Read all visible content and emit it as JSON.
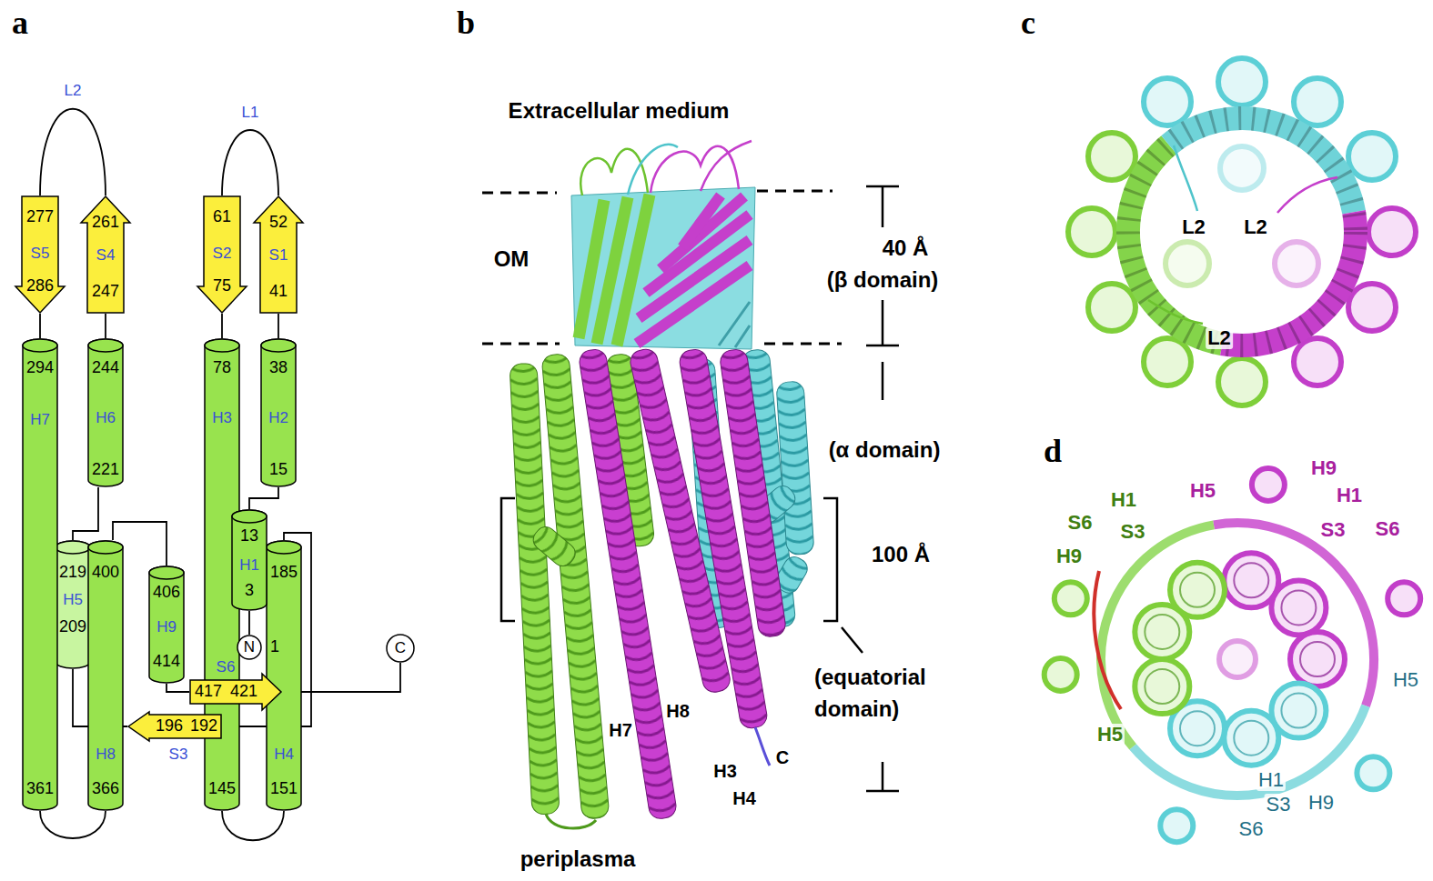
{
  "diagram": {
    "nodes": [
      {
        "text": [
          "N"
        ]
      },
      {
        "text": [
          "13",
          "H1",
          "3"
        ]
      },
      {
        "text": [
          "38",
          "H2",
          "15"
        ]
      },
      {
        "text": [
          "52",
          "S1",
          "41"
        ]
      },
      {
        "text": [
          "61",
          "S2",
          "75"
        ]
      },
      {
        "text": [
          "78",
          "H3",
          "145"
        ]
      },
      {
        "text": [
          "185",
          "H4",
          "151"
        ]
      },
      {
        "text": [
          "196",
          "192",
          "S3"
        ]
      },
      {
        "text": [
          "219",
          "H5",
          "209"
        ]
      },
      {
        "text": [
          "244",
          "H6",
          "221"
        ]
      },
      {
        "text": [
          "261",
          "S4",
          "247"
        ]
      },
      {
        "text": [
          "277",
          "S5",
          "286"
        ]
      },
      {
        "text": [
          "294",
          "H7",
          "361"
        ]
      },
      {
        "text": [
          "400",
          "H8",
          "366"
        ]
      },
      {
        "text": [
          "406",
          "H9",
          "414"
        ]
      },
      {
        "text": [
          "S6",
          "417",
          "421"
        ]
      },
      {
        "text": [
          "C"
        ]
      }
    ],
    "edges": [
      {
        "from": 0,
        "to": 1,
        "arrow": "none"
      },
      {
        "from": 1,
        "to": 2,
        "arrow": "none"
      },
      {
        "from": 2,
        "to": 3,
        "arrow": "none"
      },
      {
        "from": 3,
        "to": 4,
        "arrow": "none"
      },
      {
        "from": 4,
        "to": 5,
        "arrow": "none"
      },
      {
        "from": 5,
        "to": 6,
        "arrow": "none"
      },
      {
        "from": 6,
        "to": 7,
        "arrow": "none"
      },
      {
        "from": 7,
        "to": 8,
        "arrow": "none"
      },
      {
        "from": 8,
        "to": 9,
        "arrow": "none"
      },
      {
        "from": 9,
        "to": 10,
        "arrow": "none"
      },
      {
        "from": 10,
        "to": 11,
        "arrow": "none"
      },
      {
        "from": 11,
        "to": 12,
        "arrow": "none"
      },
      {
        "from": 12,
        "to": 13,
        "arrow": "none"
      },
      {
        "from": 13,
        "to": 14,
        "arrow": "none"
      },
      {
        "from": 14,
        "to": 15,
        "arrow": "none"
      },
      {
        "from": 15,
        "to": 16,
        "arrow": "none"
      }
    ],
    "labels": [
      "a",
      "L2",
      "L1",
      "1",
      "b",
      "Extracellular medium",
      "OM",
      "40 Å",
      "(β domain)",
      "(α domain)",
      "100 Å",
      "(equatorial domain)",
      "H7",
      "H8",
      "H3",
      "H4",
      "C",
      "periplasma",
      "c",
      "L2",
      "L2",
      "L2",
      "d",
      "H5",
      "H9",
      "H1",
      "S6",
      "S3",
      "S6",
      "H1",
      "S3",
      "H9",
      "H5",
      "H5",
      "H1",
      "S3",
      "S6",
      "H9"
    ]
  }
}
